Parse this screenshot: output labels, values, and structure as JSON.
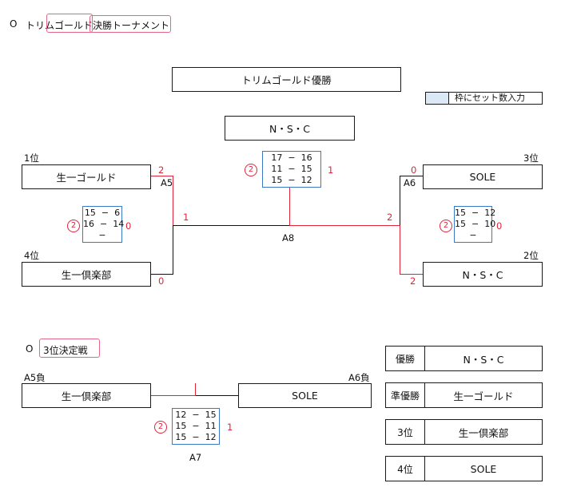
{
  "page_title": "トリムゴールド決勝トーナメント",
  "title_marker": "O",
  "champion_header": "トリムゴールド優勝",
  "legend": {
    "text": "枠にセット数入力"
  },
  "final": {
    "winner": "N・S・C",
    "match_id": "A8",
    "scores": [
      "17  −  16",
      "11  −  15",
      "15  −  12"
    ],
    "sets_left": "2",
    "sets_right": "1",
    "left_line_val": "1",
    "right_line_val": "2"
  },
  "left_bracket": {
    "top_seed": "1位",
    "top_team": "生一ゴールド",
    "top_sets": "2",
    "match_id": "A5",
    "scores": [
      "15  −  6",
      "16  −  14",
      "−"
    ],
    "sets_left": "2",
    "sets_right": "0",
    "bottom_seed": "4位",
    "bottom_team": "生一倶楽部",
    "bottom_sets": "0"
  },
  "right_bracket": {
    "top_seed": "3位",
    "top_team": "SOLE",
    "top_sets": "0",
    "match_id": "A6",
    "scores": [
      "15  −  12",
      "15  −  10",
      "−"
    ],
    "sets_left": "2",
    "sets_right": "0",
    "bottom_seed": "2位",
    "bottom_team": "N・S・C",
    "bottom_sets": "2"
  },
  "third_place": {
    "heading_marker": "O",
    "heading": "3位決定戦",
    "left_label": "A5負",
    "left_team": "生一倶楽部",
    "right_label": "A6負",
    "right_team": "SOLE",
    "match_id": "A7",
    "scores": [
      "12  −  15",
      "15  −  11",
      "15  −  12"
    ],
    "sets_left": "2",
    "sets_right": "1"
  },
  "results": [
    {
      "rank": "優勝",
      "team": "N・S・C"
    },
    {
      "rank": "準優勝",
      "team": "生一ゴールド"
    },
    {
      "rank": "3位",
      "team": "生一倶楽部"
    },
    {
      "rank": "4位",
      "team": "SOLE"
    }
  ],
  "colors": {
    "accent_red": "#e0243a",
    "score_blue": "#3b78c6",
    "highlight_pink": "#e6668a"
  }
}
